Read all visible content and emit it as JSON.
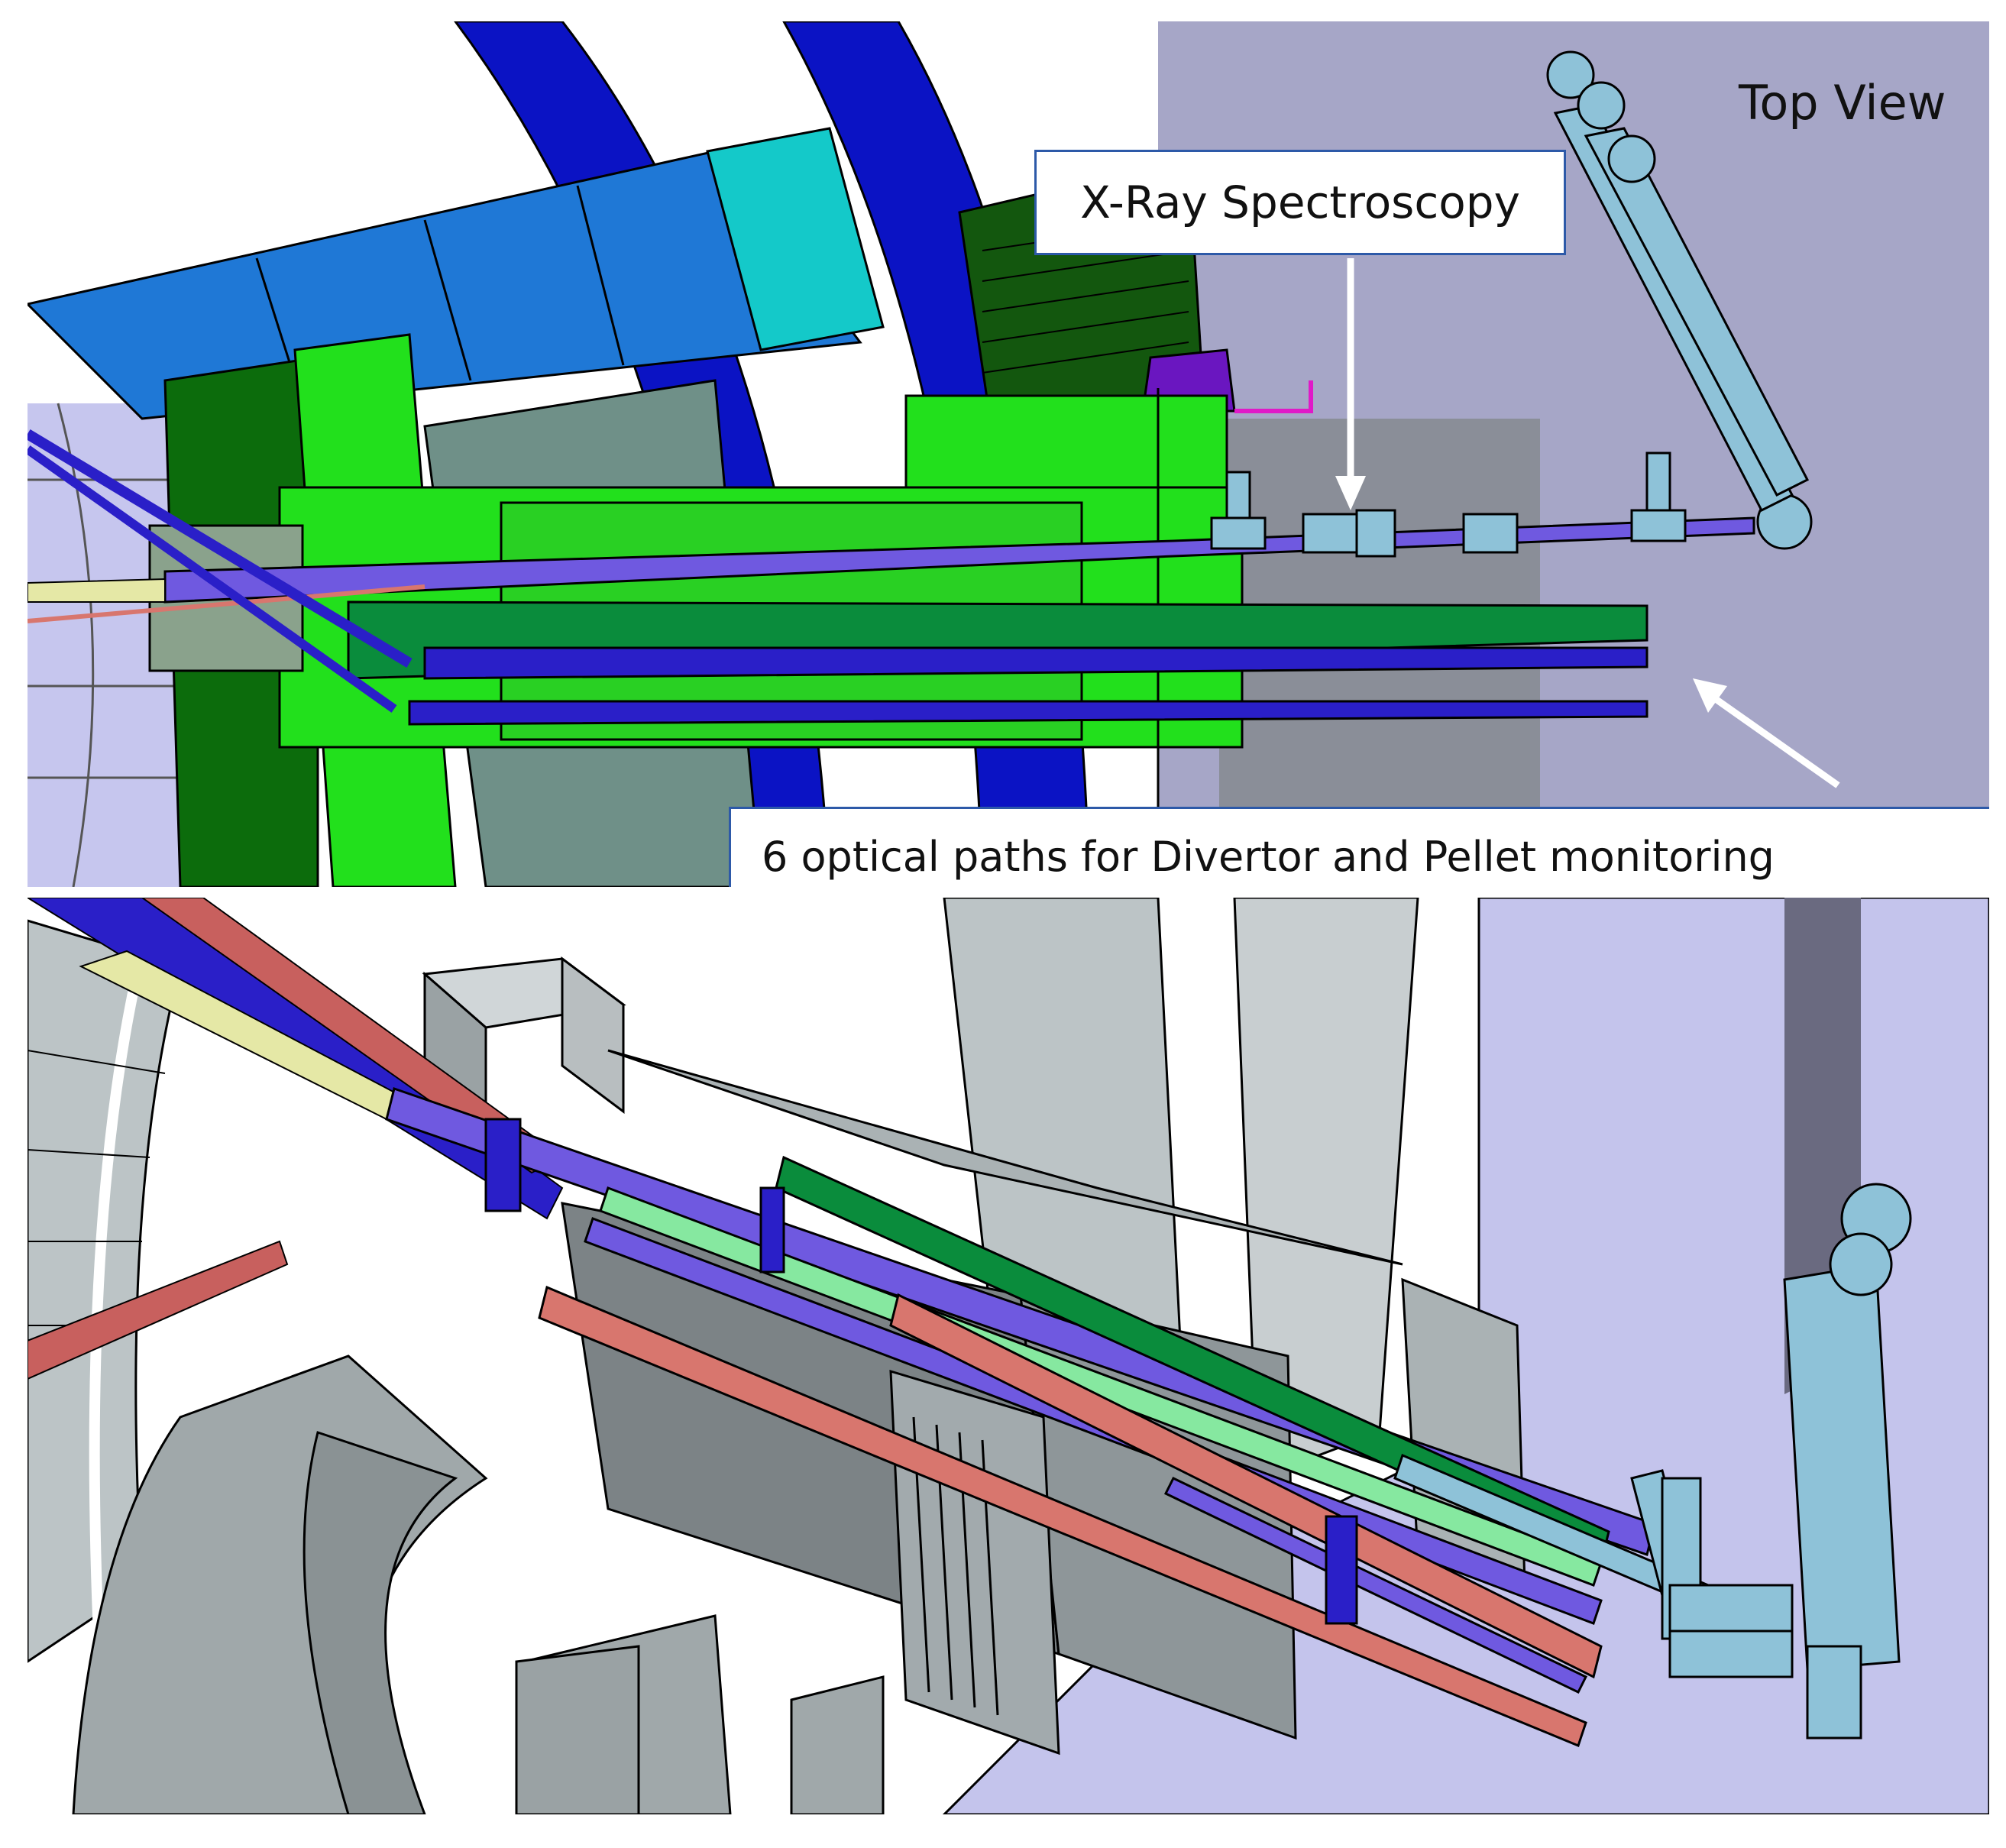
{
  "labels": {
    "top_view": "Top View",
    "xray": "X-Ray Spectroscopy",
    "optical": "6 optical paths for Divertor and Pellet monitoring"
  },
  "colors": {
    "lavender_bg": "#a6a6c7",
    "gray_block": "#8b949c",
    "blue_coil": "#0b13c4",
    "azure_block": "#1f78d6",
    "cyan_block": "#14c9c9",
    "bright_green": "#22e01c",
    "dark_green": "#0c6c0c",
    "mid_green": "#0a8c3c",
    "purple_path": "#6f59e0",
    "navy_path": "#2a1fc8",
    "light_blue_part": "#8ec2d8",
    "salmon_path": "#d8766e",
    "cad_gray": "#bcc4c6",
    "arrow_white": "#ffffff"
  }
}
